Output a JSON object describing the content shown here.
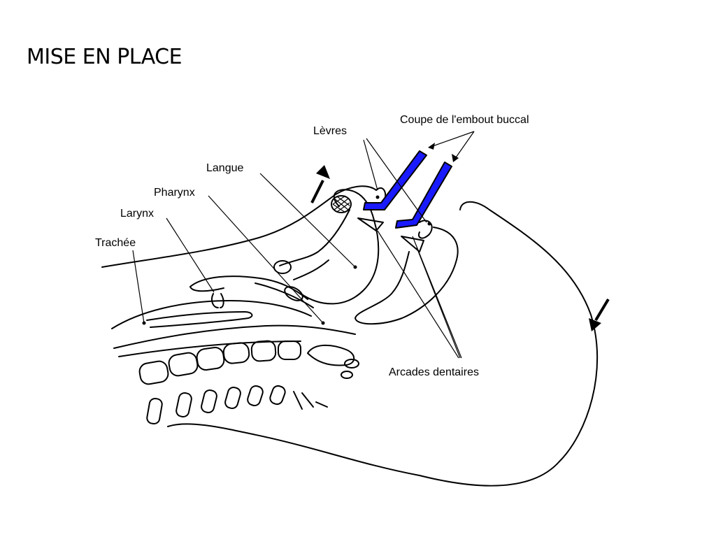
{
  "page": {
    "title": "MISE EN PLACE"
  },
  "diagram": {
    "labels": {
      "coupe": "Coupe de l'embout buccal",
      "levres": "Lèvres",
      "langue": "Langue",
      "pharynx": "Pharynx",
      "larynx": "Larynx",
      "trachee": "Trachée",
      "arcades": "Arcades dentaires"
    },
    "colors": {
      "mouthpiece": "#1a1aff",
      "line": "#000000",
      "background": "#ffffff"
    }
  }
}
